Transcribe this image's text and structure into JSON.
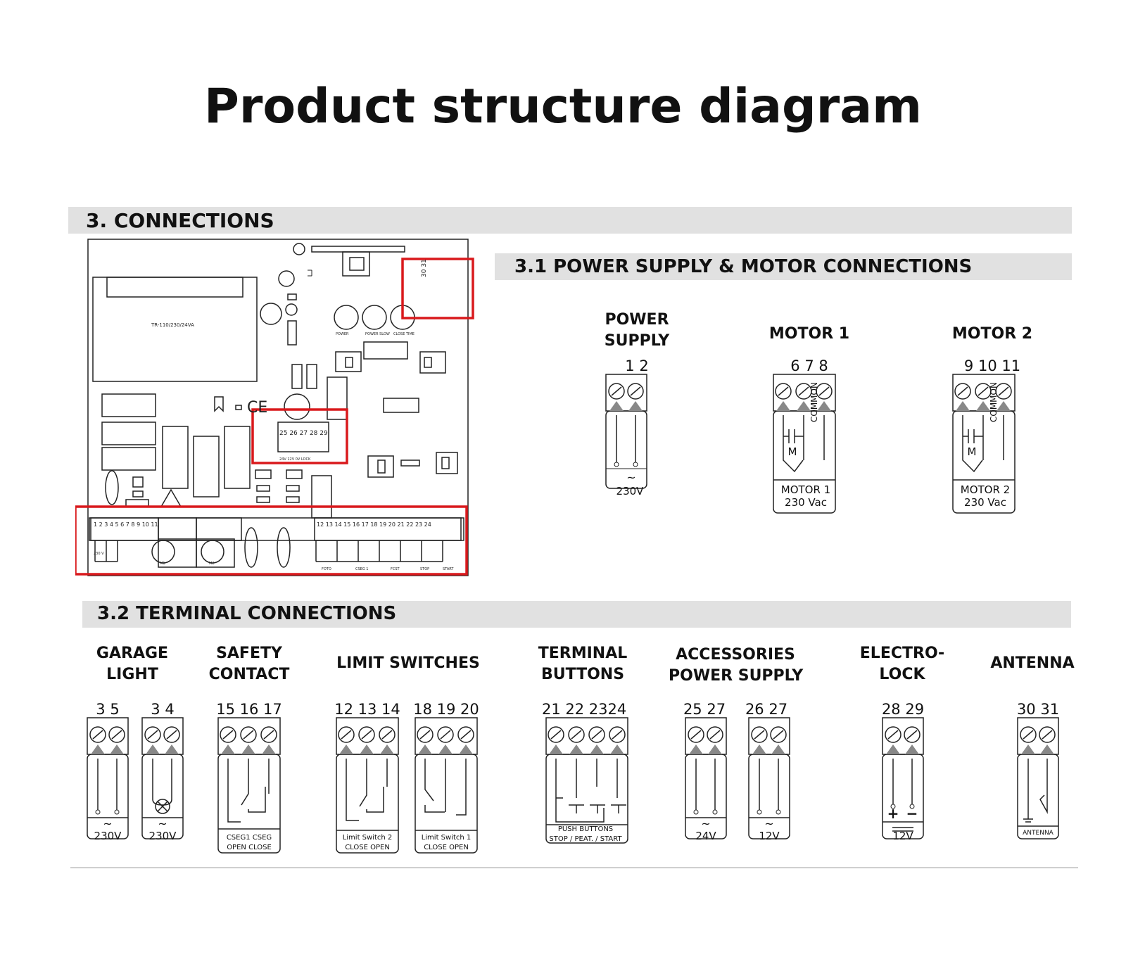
{
  "title": "Product structure diagram",
  "sections": {
    "connections": "3. CONNECTIONS",
    "power_motor": "3.1 POWER SUPPLY &  MOTOR CONNECTIONS",
    "terminal": "3.2 TERMINAL CONNECTIONS"
  },
  "power_groups": [
    {
      "title_lines": [
        "POWER",
        "SUPPLY"
      ],
      "numbers": "1  2",
      "lines": [
        "230V"
      ]
    },
    {
      "title_lines": [
        "MOTOR 1"
      ],
      "numbers": "6  7  8",
      "lines": [
        "MOTOR 1",
        "230 Vac"
      ],
      "common": "COMMON",
      "m": "M"
    },
    {
      "title_lines": [
        "MOTOR 2"
      ],
      "numbers": "9  10 11",
      "lines": [
        "MOTOR 2",
        "230 Vac"
      ],
      "common": "COMMON",
      "m": "M"
    }
  ],
  "terminal_groups": [
    {
      "title_lines": [
        "GARAGE",
        "LIGHT"
      ],
      "blocks": [
        {
          "numbers": "3  5",
          "label": "230V"
        },
        {
          "numbers": "3  4",
          "label": "230V"
        }
      ]
    },
    {
      "title_lines": [
        "SAFETY",
        "CONTACT"
      ],
      "blocks": [
        {
          "numbers": "15 16 17",
          "sub": [
            "CSEG1   CSEG",
            "OPEN   CLOSE"
          ]
        }
      ]
    },
    {
      "title_lines": [
        "LIMIT SWITCHES"
      ],
      "blocks": [
        {
          "numbers": "12 13 14",
          "sub": [
            "Limit Switch 2",
            "CLOSE    OPEN"
          ]
        },
        {
          "numbers": "18 19 20",
          "sub": [
            "Limit Switch 1",
            "CLOSE    OPEN"
          ]
        }
      ]
    },
    {
      "title_lines": [
        "TERMINAL",
        "BUTTONS"
      ],
      "blocks": [
        {
          "numbers": "21 22 2324",
          "sub": [
            "PUSH BUTTONS",
            "STOP / PEAT. / START"
          ]
        }
      ]
    },
    {
      "title_lines": [
        "ACCESSORIES",
        "POWER SUPPLY"
      ],
      "blocks": [
        {
          "numbers": "25 27",
          "label": "24V"
        },
        {
          "numbers": "26 27",
          "label": "12V"
        }
      ]
    },
    {
      "title_lines": [
        "ELECTRO-",
        "LOCK"
      ],
      "blocks": [
        {
          "numbers": "28 29",
          "label": "12V",
          "polarity": [
            "+",
            "−"
          ]
        }
      ]
    },
    {
      "title_lines": [
        "ANTENNA"
      ],
      "blocks": [
        {
          "numbers": "30 31",
          "sub": [
            "ANTENNA"
          ]
        }
      ]
    }
  ],
  "board": {
    "transformer": "TR-110/230/24VA",
    "capacitor": "CE",
    "top_terminals": "1   2   3   4   5     6     7     8      9    10    11",
    "right_terminals": "12 13 14 15 16 17 18 19 20 21 22 23 24",
    "acc_terminals": "25 26 27 28 29",
    "acc_sub": "24V  12V  0V    LOCK",
    "relay_terminals": "30 31",
    "trim_labels": [
      "POWER",
      "POWER SLOW",
      "CLOSE TIME"
    ],
    "bottom_labels": [
      "230 V",
      "M1",
      "M2",
      "FOTO",
      "CSEG 1",
      "FCST",
      "STOP",
      "START"
    ]
  },
  "colors": {
    "band": "#e1e1e1",
    "highlight": "#d9191c",
    "ink": "#222222"
  }
}
